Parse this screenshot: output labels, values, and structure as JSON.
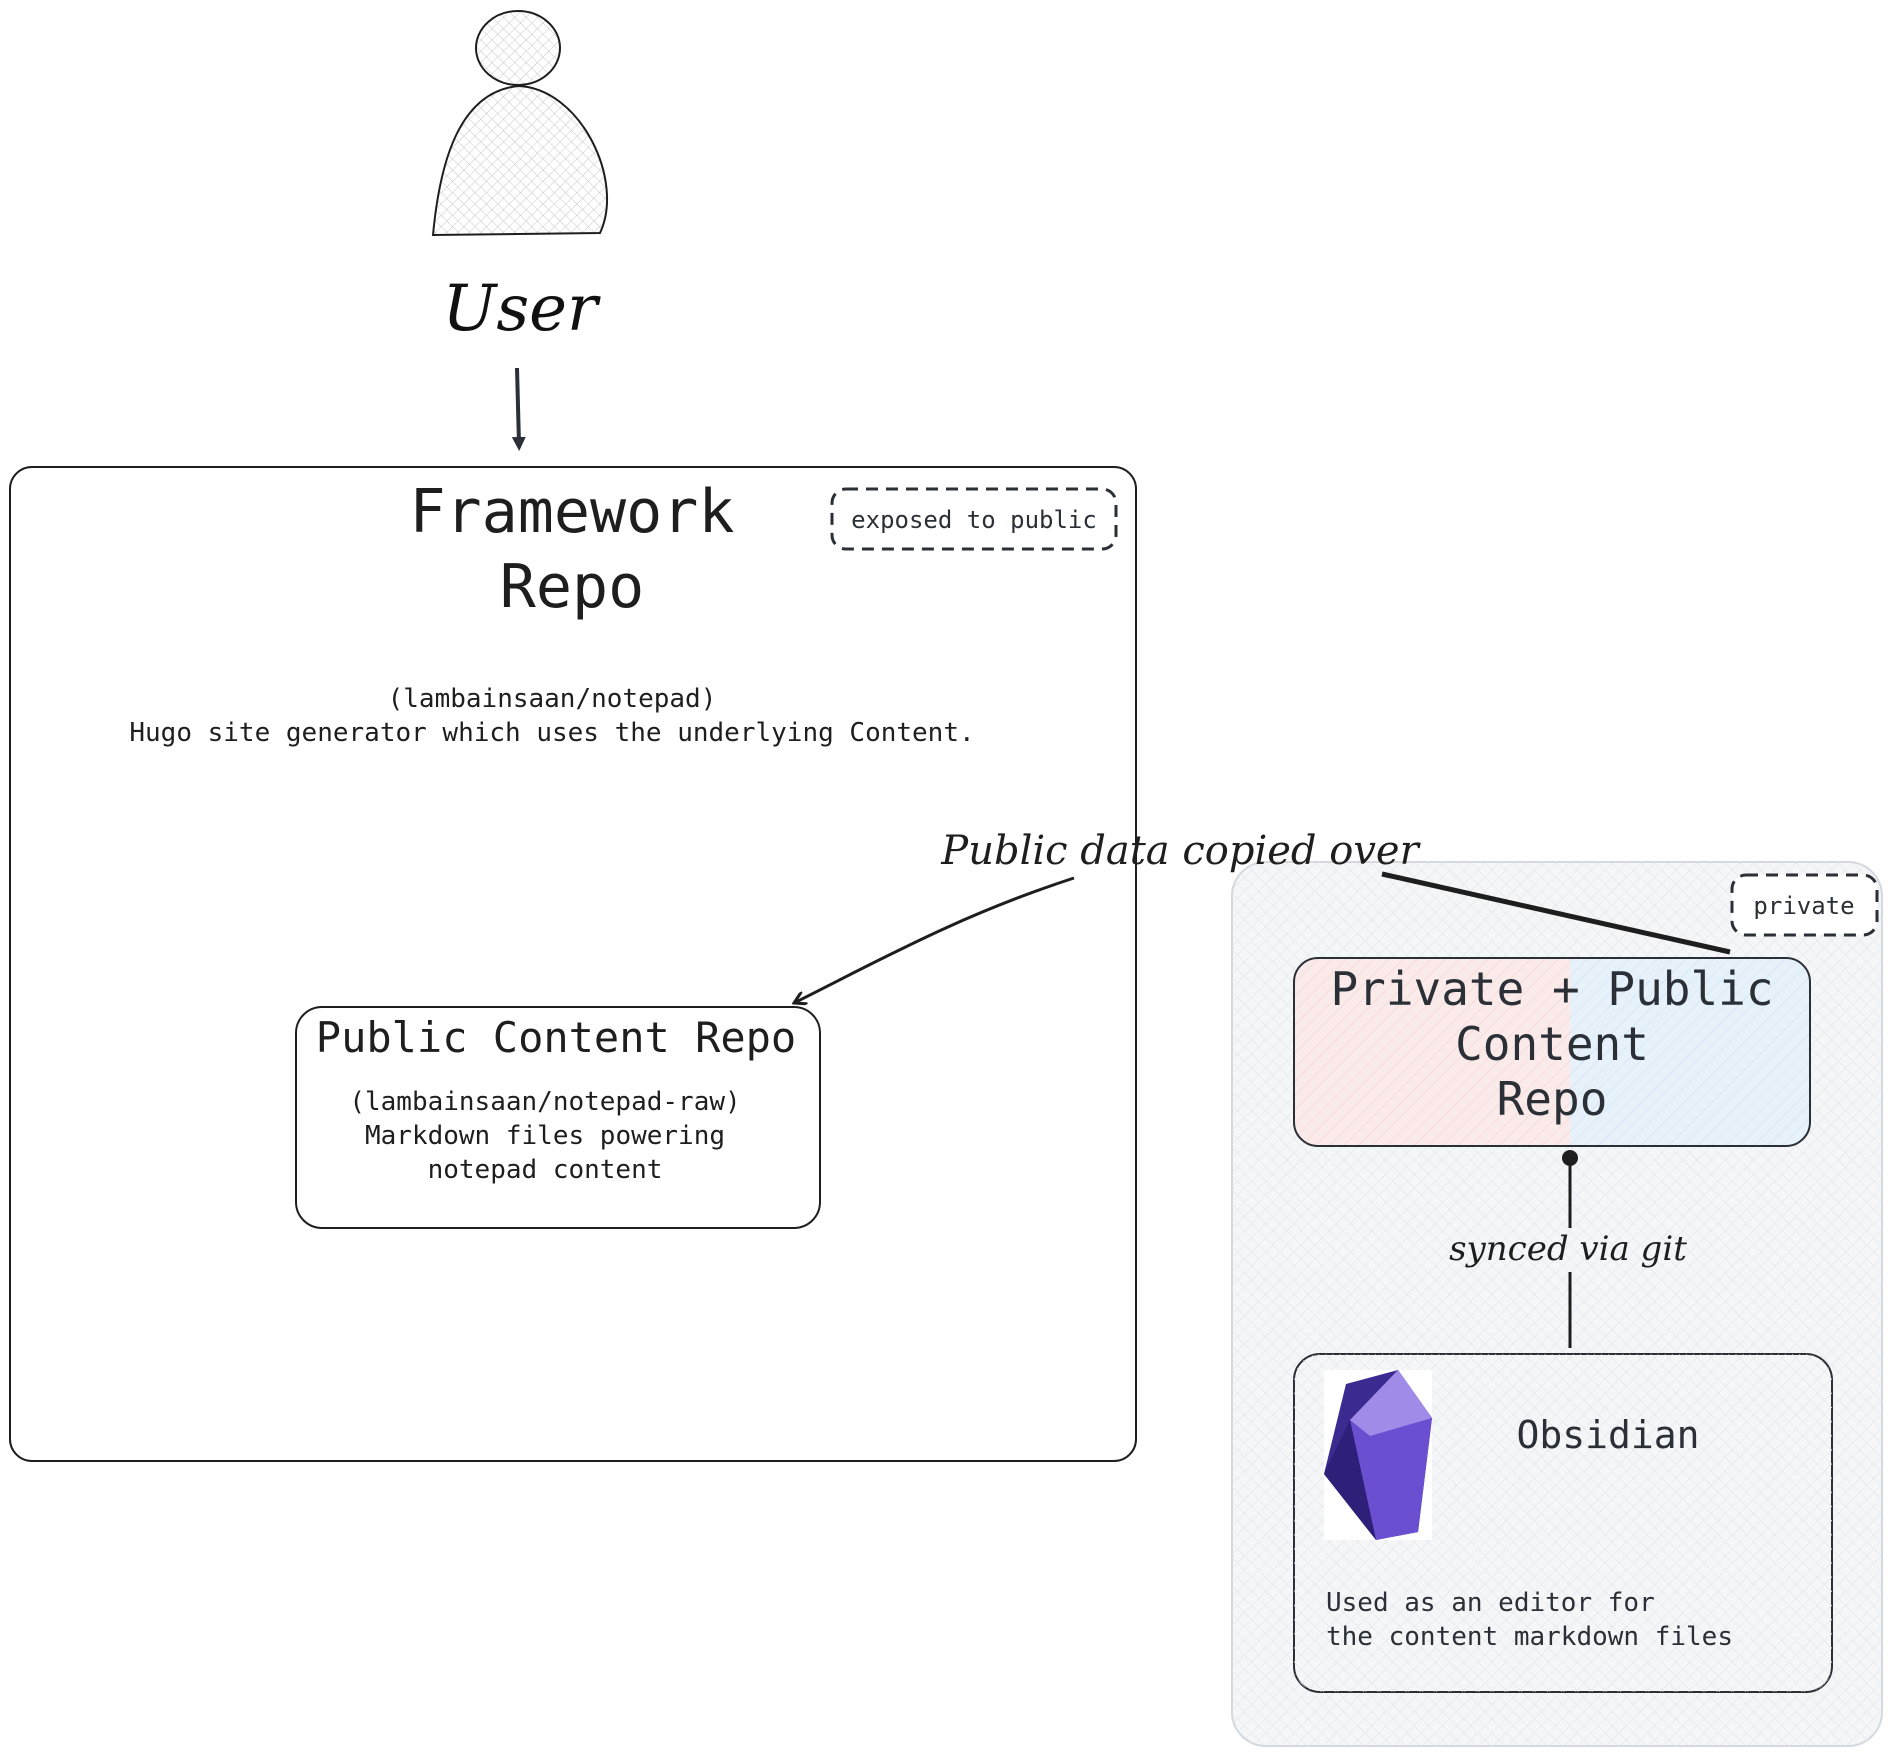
{
  "user": {
    "label": "User"
  },
  "framework_repo": {
    "title_line1": "Framework",
    "title_line2": "Repo",
    "subtitle_line1": "(lambainsaan/notepad)",
    "subtitle_line2": "Hugo site generator which uses the underlying Content.",
    "badge": "exposed to public"
  },
  "public_content_repo": {
    "title": "Public Content Repo",
    "line1": "(lambainsaan/notepad-raw)",
    "line2": "Markdown files powering",
    "line3": "notepad content"
  },
  "private_zone": {
    "badge": "private",
    "repo_title_line1": "Private + Public",
    "repo_title_line2": "Content",
    "repo_title_line3": "Repo"
  },
  "obsidian": {
    "title": "Obsidian",
    "desc_line1": "Used as an editor for",
    "desc_line2": "the content markdown files",
    "icon": "obsidian-crystal-icon"
  },
  "edges": {
    "copy_label": "Public data copied over",
    "sync_label": "synced via git"
  },
  "colors": {
    "stroke": "#1e1e1e",
    "private_bg": "#f2f4f6",
    "private_left": "#fbe3e3",
    "private_right": "#e1eef8",
    "obsidian_dark": "#3b2a8f",
    "obsidian_mid": "#6a4fd1",
    "obsidian_light": "#a08be8"
  }
}
